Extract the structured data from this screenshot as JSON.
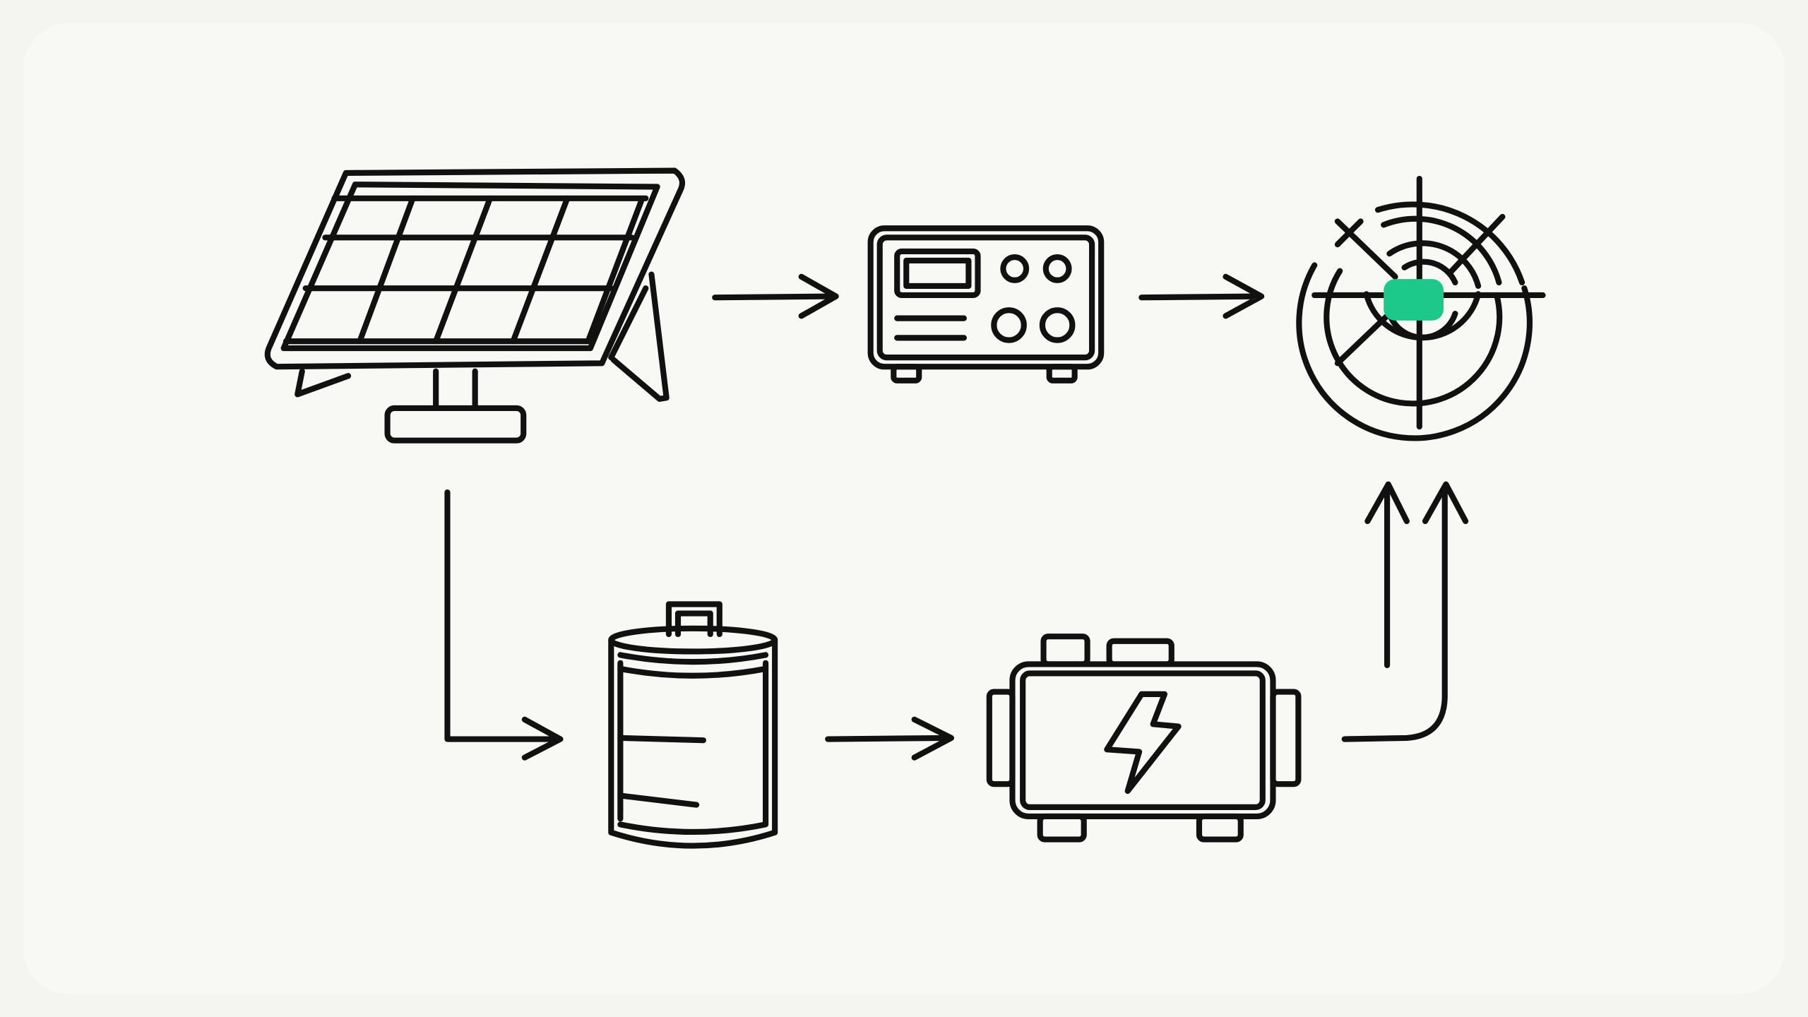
{
  "diagram": {
    "nodes": [
      {
        "id": "solar",
        "icon": "solar-panel-icon"
      },
      {
        "id": "inverter",
        "icon": "inverter-icon"
      },
      {
        "id": "grid",
        "icon": "grid-target-icon"
      },
      {
        "id": "storage",
        "icon": "cylinder-battery-icon"
      },
      {
        "id": "battery",
        "icon": "battery-pack-icon"
      }
    ],
    "edges": [
      {
        "from": "solar",
        "to": "inverter"
      },
      {
        "from": "inverter",
        "to": "grid"
      },
      {
        "from": "solar",
        "to": "storage"
      },
      {
        "from": "storage",
        "to": "battery"
      },
      {
        "from": "battery",
        "to": "grid"
      }
    ],
    "colors": {
      "background": "#f4f4f0",
      "stroke": "#111111",
      "accent": "#1dc98a"
    }
  }
}
